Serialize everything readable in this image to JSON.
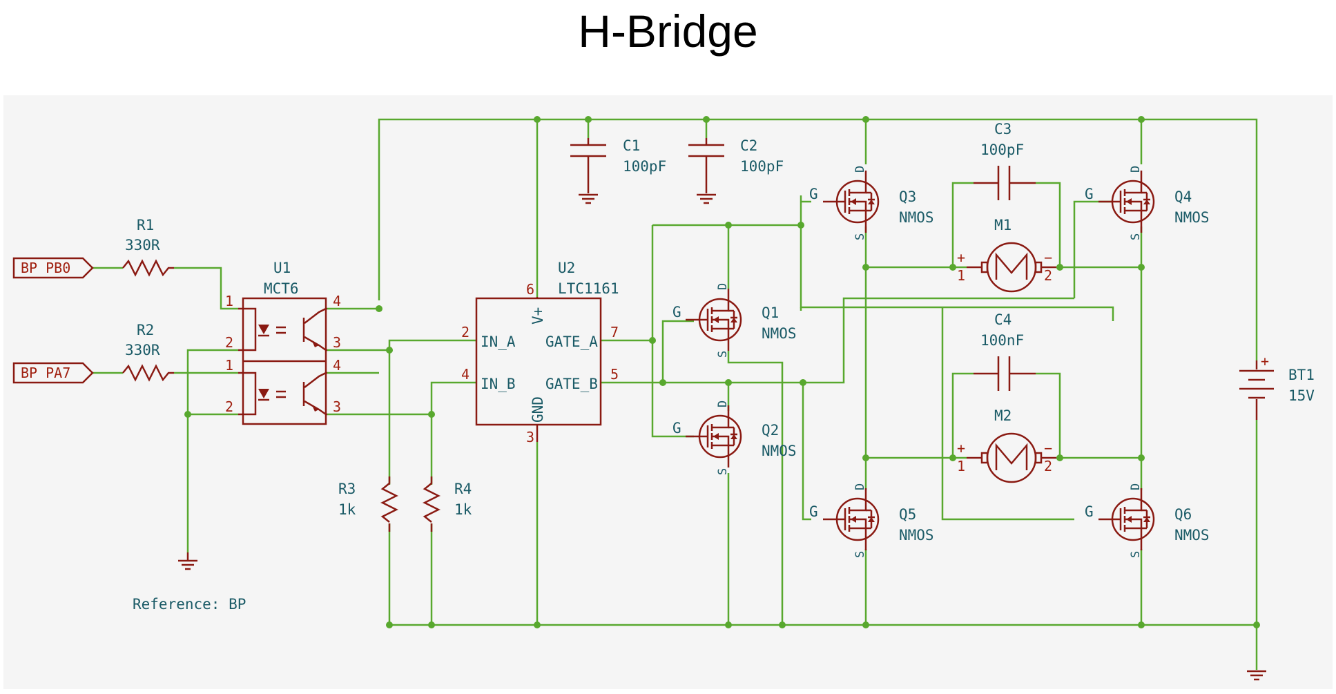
{
  "title": "H-Bridge",
  "reference": "Reference: BP",
  "ports": {
    "pb0": "BP PB0",
    "pa7": "BP PA7"
  },
  "components": {
    "R1": {
      "ref": "R1",
      "value": "330R"
    },
    "R2": {
      "ref": "R2",
      "value": "330R"
    },
    "R3": {
      "ref": "R3",
      "value": "1k"
    },
    "R4": {
      "ref": "R4",
      "value": "1k"
    },
    "C1": {
      "ref": "C1",
      "value": "100pF"
    },
    "C2": {
      "ref": "C2",
      "value": "100pF"
    },
    "C3": {
      "ref": "C3",
      "value": "100pF"
    },
    "C4": {
      "ref": "C4",
      "value": "100nF"
    },
    "U1": {
      "ref": "U1",
      "value": "MCT6"
    },
    "U2": {
      "ref": "U2",
      "value": "LTC1161",
      "pins": {
        "vplus": "V+",
        "in_a": "IN_A",
        "in_b": "IN_B",
        "gnd": "GND",
        "gate_a": "GATE_A",
        "gate_b": "GATE_B"
      }
    },
    "Q1": {
      "ref": "Q1",
      "value": "NMOS"
    },
    "Q2": {
      "ref": "Q2",
      "value": "NMOS"
    },
    "Q3": {
      "ref": "Q3",
      "value": "NMOS"
    },
    "Q4": {
      "ref": "Q4",
      "value": "NMOS"
    },
    "Q5": {
      "ref": "Q5",
      "value": "NMOS"
    },
    "Q6": {
      "ref": "Q6",
      "value": "NMOS"
    },
    "M1": {
      "ref": "M1"
    },
    "M2": {
      "ref": "M2"
    },
    "BT1": {
      "ref": "BT1",
      "value": "15V"
    }
  },
  "pin_numbers": {
    "one": "1",
    "two": "2",
    "three": "3",
    "four": "4",
    "five": "5",
    "six": "6",
    "seven": "7"
  },
  "fet_pins": {
    "g": "G",
    "d": "D",
    "s": "S"
  },
  "polarity": {
    "plus": "+",
    "minus": "−"
  },
  "colors": {
    "wire": "#58a82e",
    "component": "#8a1a12",
    "ic_fill": "#ffffc2",
    "label": "#1a5a66",
    "pin_number": "#a02010",
    "sheet": "#f5f5f5"
  }
}
